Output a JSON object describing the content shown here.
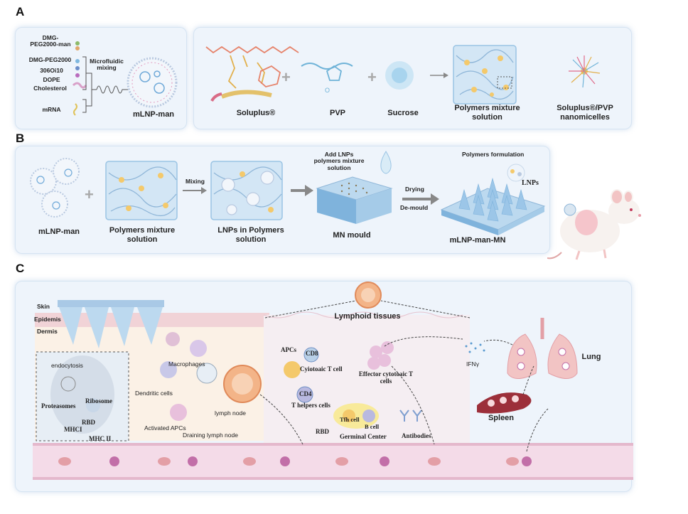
{
  "panels": {
    "a": "A",
    "b": "B",
    "c": "C"
  },
  "panel_a": {
    "components": [
      "DMG-PEG2000-man",
      "DMG-PEG2000",
      "306Oi10",
      "DOPE",
      "Cholesterol",
      "mRNA"
    ],
    "microfluidic": "Microfluidic mixing",
    "mlnp": "mLNP-man",
    "soluplus": "Soluplus®",
    "pvp": "PVP",
    "sucrose": "Sucrose",
    "polymers_mixture": "Polymers mixture solution",
    "nanomicelles": "Soluplus®/PVP nanomicelles"
  },
  "panel_b": {
    "mlnp": "mLNP-man",
    "polymers_mixture": "Polymers mixture solution",
    "mixing": "Mixing",
    "lnps_in_polymers": "LNPs in Polymers solution",
    "add_lnps": "Add LNPs polymers mixture solution",
    "mn_mould": "MN mould",
    "drying": "Drying",
    "demould": "De-mould",
    "polymers_formulation": "Polymers formulation",
    "lnps": "LNPs",
    "mlnp_mn": "mLNP-man-MN"
  },
  "panel_c": {
    "skin": "Skin",
    "epidemis": "Epidemis",
    "dermis": "Dermis",
    "endocytosis": "endocytosis",
    "ribosome": "Ribosome",
    "proteasomes": "Proteasomes",
    "rbd": "RBD",
    "mhc1": "MHCI",
    "mhc2": "MHC II",
    "dendritic": "Dendritic cells",
    "macrophages": "Macrophages",
    "activated_apcs": "Activated APCs",
    "lymph_node": "lymph node",
    "draining": "Draining lymph node",
    "lymphoid": "Lymphoid tissues",
    "apcs": "APCs",
    "cd8": "CD8",
    "cyto_t": "Cyiotoaic T cell",
    "effector": "Effector cytotoaic T cells",
    "cd4": "CD4",
    "t_helpers": "T helpers cells",
    "tfh": "Tfh cell",
    "bcell": "B cell",
    "rbd2": "RBD",
    "germinal": "Germinal Center",
    "antibodies": "Antibodies",
    "ifny": "IFNγ",
    "lung": "Lung",
    "spleen": "Spleen"
  }
}
